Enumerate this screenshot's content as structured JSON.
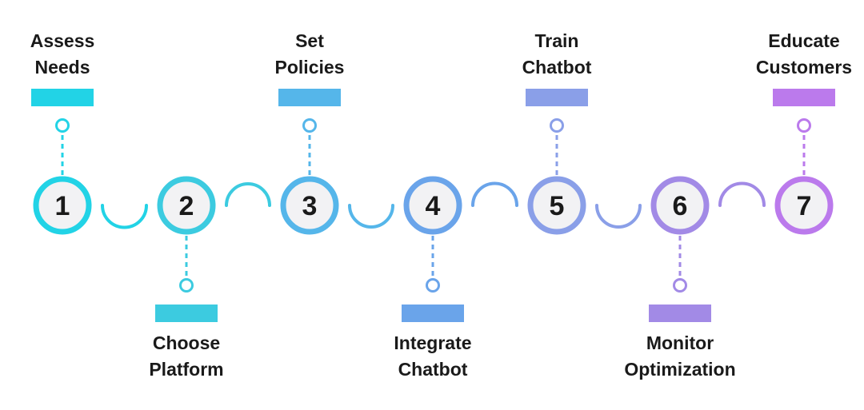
{
  "steps": [
    {
      "number": "1",
      "label_lines": [
        "Assess",
        "Needs"
      ],
      "color": "#22d3e6"
    },
    {
      "number": "2",
      "label_lines": [
        "Choose",
        "Platform"
      ],
      "color": "#3ccbe0"
    },
    {
      "number": "3",
      "label_lines": [
        "Set",
        "Policies"
      ],
      "color": "#55b6ea"
    },
    {
      "number": "4",
      "label_lines": [
        "Integrate",
        "Chatbot"
      ],
      "color": "#6aa4ea"
    },
    {
      "number": "5",
      "label_lines": [
        "Train",
        "Chatbot"
      ],
      "color": "#8a9fe8"
    },
    {
      "number": "6",
      "label_lines": [
        "Monitor",
        "Optimization"
      ],
      "color": "#a28ae6"
    },
    {
      "number": "7",
      "label_lines": [
        "Educate",
        "Customers"
      ],
      "color": "#bb7aec"
    }
  ]
}
